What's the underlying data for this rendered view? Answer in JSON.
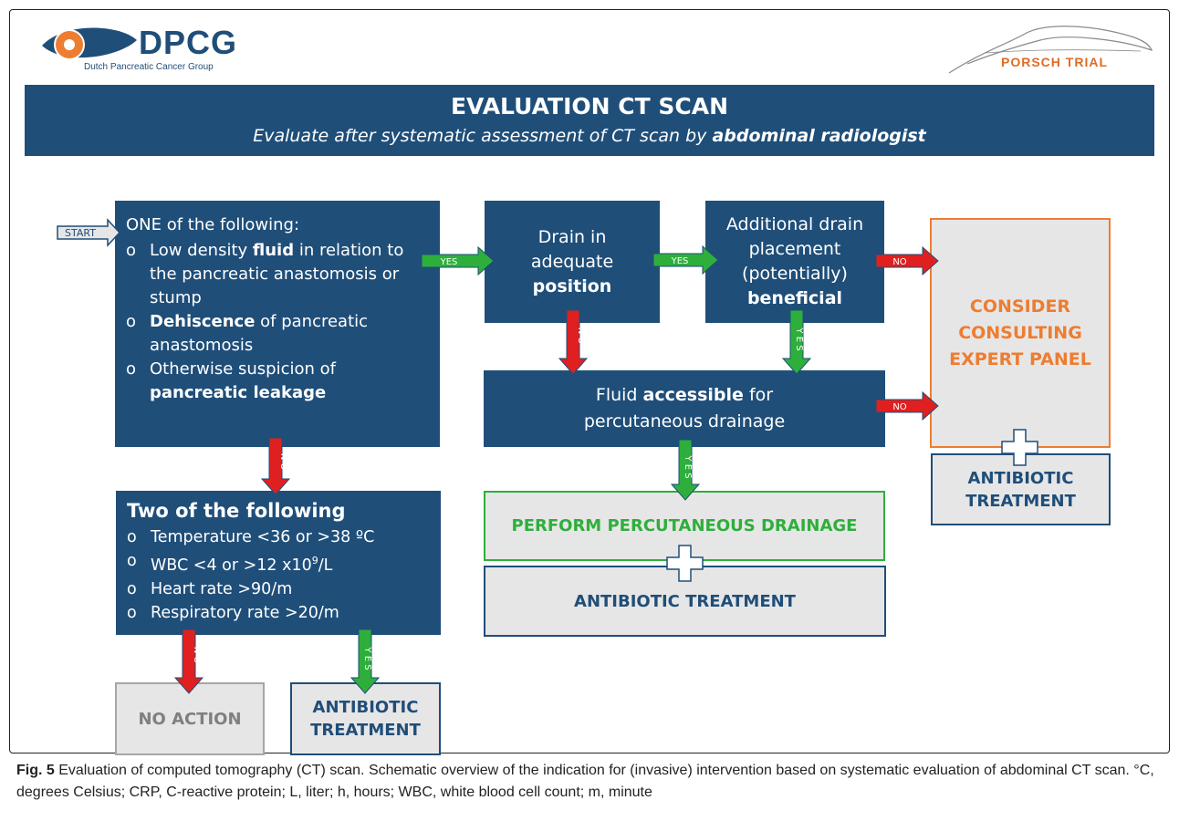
{
  "logos": {
    "left_name": "DPCG",
    "left_subtitle": "Dutch Pancreatic Cancer Group",
    "right_name": "PORSCH TRIAL"
  },
  "banner": {
    "title": "EVALUATION CT SCAN",
    "subtitle_prefix": "Evaluate after systematic assessment of CT scan by ",
    "subtitle_emphasis": "abdominal radiologist"
  },
  "start_label": "START",
  "box_main": {
    "head": "ONE of the following:",
    "items": [
      {
        "pre": "Low density ",
        "bold": "fluid",
        "post": " in relation to the pancreatic anastomosis or stump"
      },
      {
        "pre": "",
        "bold": "Dehiscence",
        "post": " of pancreatic anastomosis"
      },
      {
        "pre": "Otherwise suspicion of ",
        "bold": "pancreatic leakage",
        "post": ""
      }
    ]
  },
  "box_two": {
    "head": "Two of the following",
    "items": [
      "Temperature <36 or  >38 ºC",
      "WBC <4 or >12 x10",
      "Heart rate >90/m",
      "Respiratory rate >20/m"
    ],
    "wbc_sup": "9",
    "wbc_unit": "/L"
  },
  "box_drain": {
    "line1": "Drain in",
    "line2": "adequate",
    "line3": "position"
  },
  "box_additional": {
    "line1": "Additional drain",
    "line2": "placement",
    "line3": "(potentially)",
    "line4": "beneficial"
  },
  "box_fluid": {
    "pre": "Fluid ",
    "bold": "accessible",
    "post": " for",
    "line2": "percutaneous drainage"
  },
  "box_expert": {
    "line1": "CONSIDER",
    "line2": "CONSULTING",
    "line3": "EXPERT PANEL"
  },
  "box_expert_antibiotic": {
    "line1": "ANTIBIOTIC",
    "line2": "TREATMENT"
  },
  "box_percutaneous": "PERFORM PERCUTANEOUS DRAINAGE",
  "box_perc_antibiotic": "ANTIBIOTIC TREATMENT",
  "box_no_action": "NO ACTION",
  "box_antibiotic_bottom": {
    "line1": "ANTIBIOTIC",
    "line2": "TREATMENT"
  },
  "arrow_labels": {
    "yes": "YES",
    "no": "NO",
    "yes_vertical": "Y E S",
    "no_vertical": "N O"
  },
  "colors": {
    "navy": "#1f4e79",
    "yes_green": "#2eaf3c",
    "no_red": "#e02020",
    "expert_orange": "#ed7d31",
    "box_grey": "#e7e6e6"
  },
  "caption": {
    "label": "Fig. 5",
    "text": " Evaluation of computed tomography (CT) scan. Schematic overview of the indication for (invasive) intervention based on systematic evaluation of abdominal CT scan. °C, degrees Celsius; CRP, C-reactive protein; L, liter; h, hours; WBC, white blood cell count; m, minute"
  }
}
